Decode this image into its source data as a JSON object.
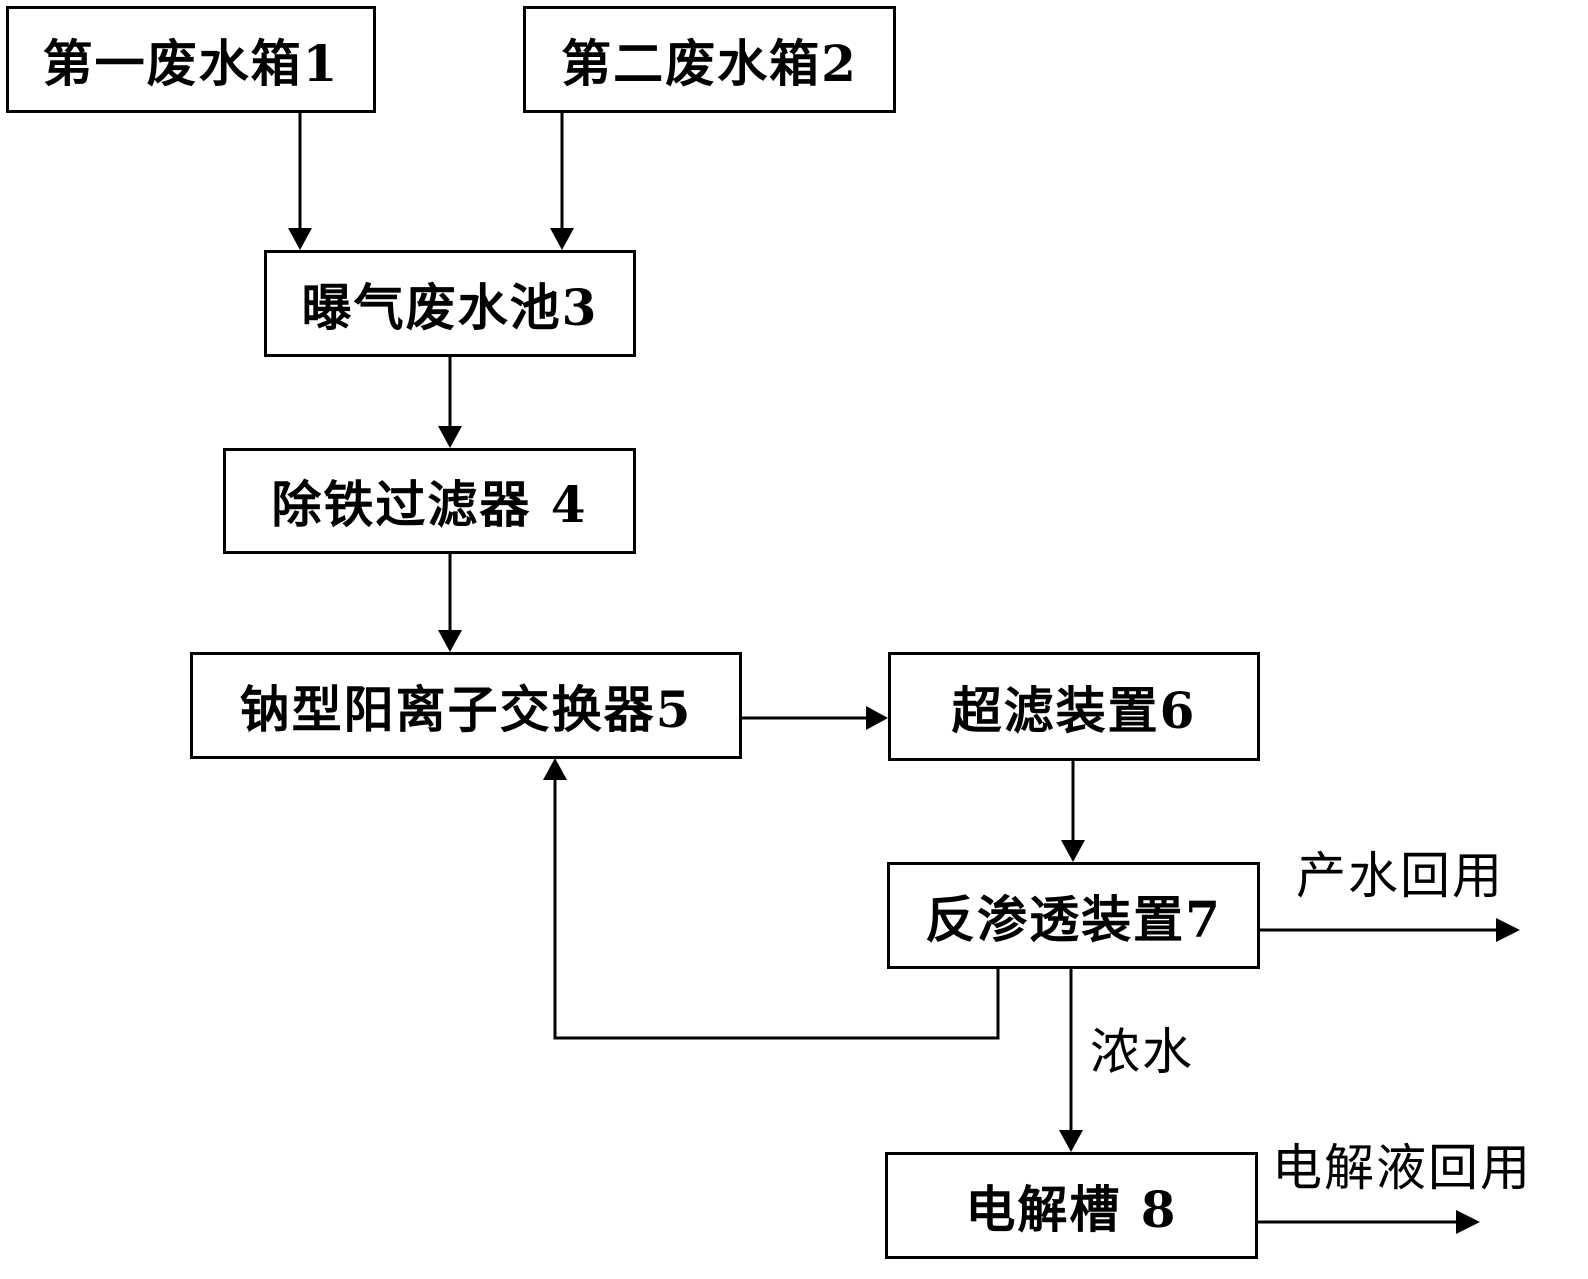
{
  "nodes": {
    "tank1": "第一废水箱1",
    "tank2": "第二废水箱2",
    "aeration_pool": "曝气废水池3",
    "iron_filter": "除铁过滤器 4",
    "cation_exchanger": "钠型阳离子交换器5",
    "ultrafiltration": "超滤装置6",
    "reverse_osmosis": "反渗透装置7",
    "electrolyzer": "电解槽 8"
  },
  "edge_labels": {
    "product_water": "产水回用",
    "concentrate": "浓水",
    "electrolyte_reuse": "电解液回用"
  },
  "colors": {
    "stroke": "#000000",
    "background": "#ffffff"
  }
}
